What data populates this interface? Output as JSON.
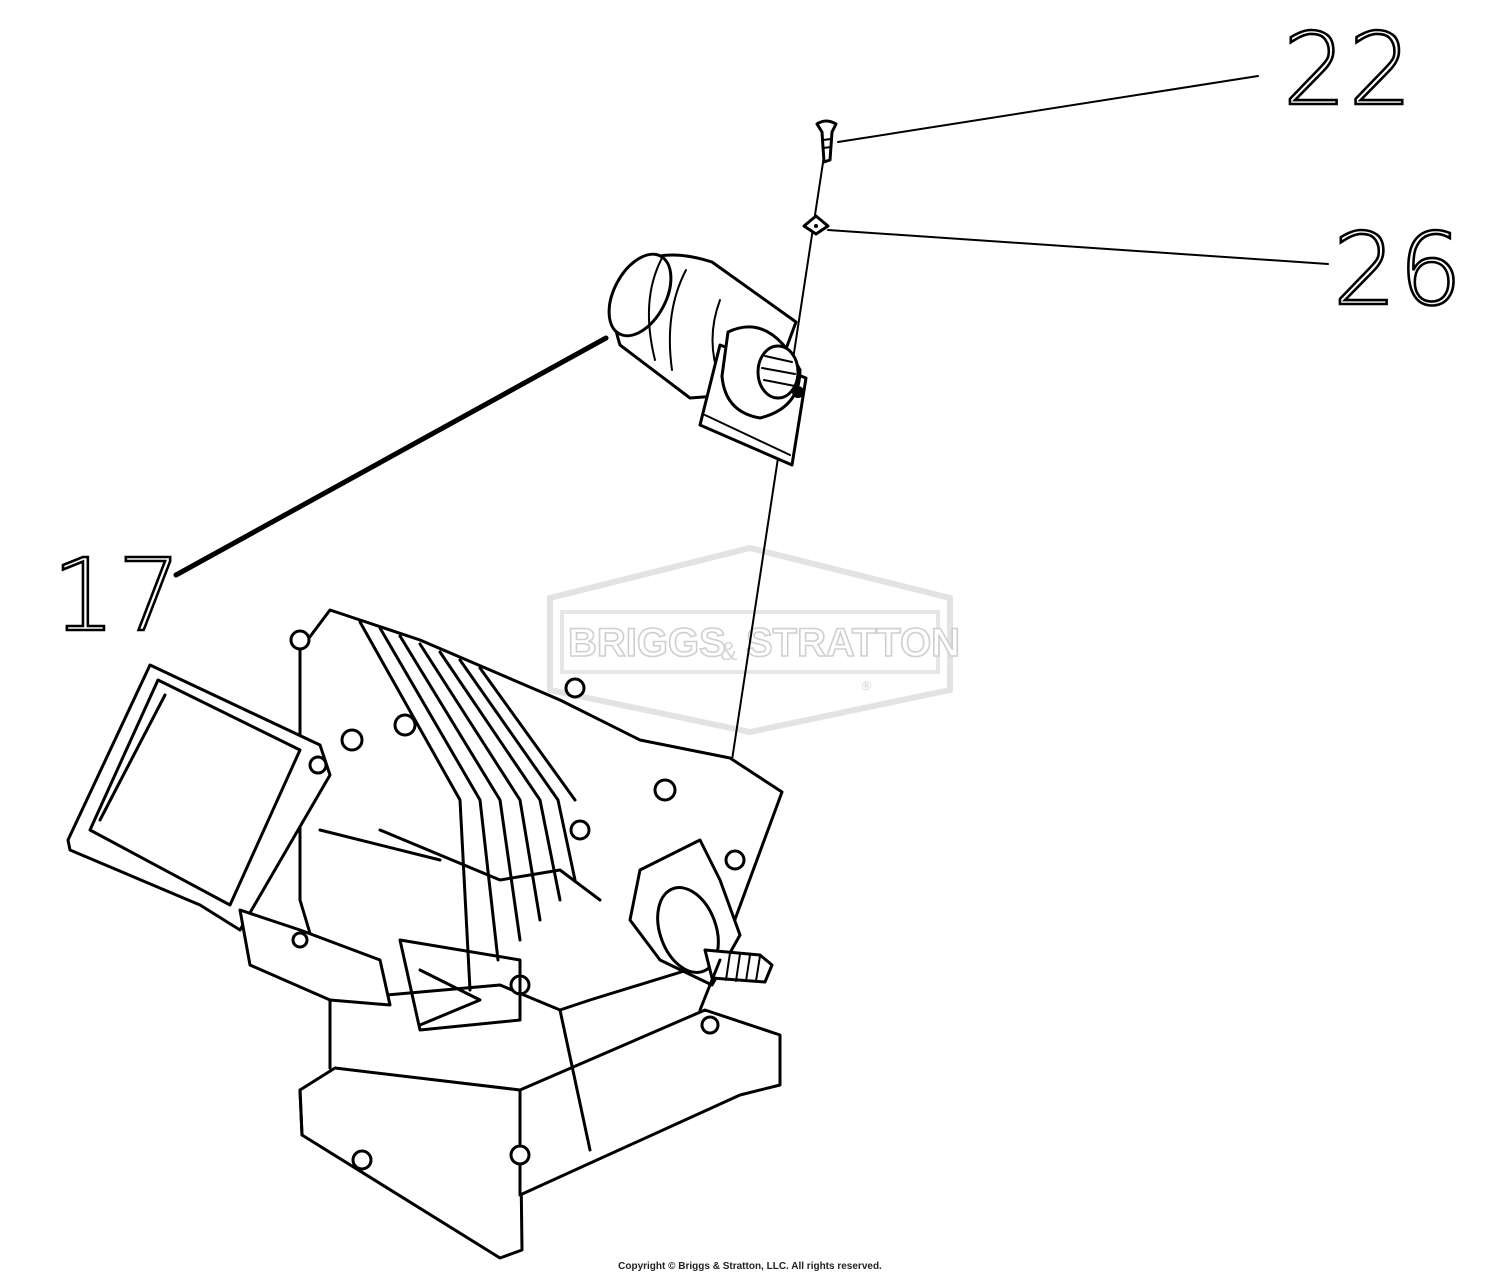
{
  "callouts": [
    {
      "id": "22",
      "label": "22"
    },
    {
      "id": "26",
      "label": "26"
    },
    {
      "id": "17",
      "label": "17"
    }
  ],
  "watermark": {
    "brand": "BRIGGS",
    "ampersand": "&",
    "brand2": "STRATTON",
    "registered": "®"
  },
  "footer": {
    "copyright": "Copyright © Briggs & Stratton, LLC. All rights reserved."
  },
  "colors": {
    "line": "#000000",
    "background": "#ffffff",
    "watermark": "#cfcfcf"
  }
}
